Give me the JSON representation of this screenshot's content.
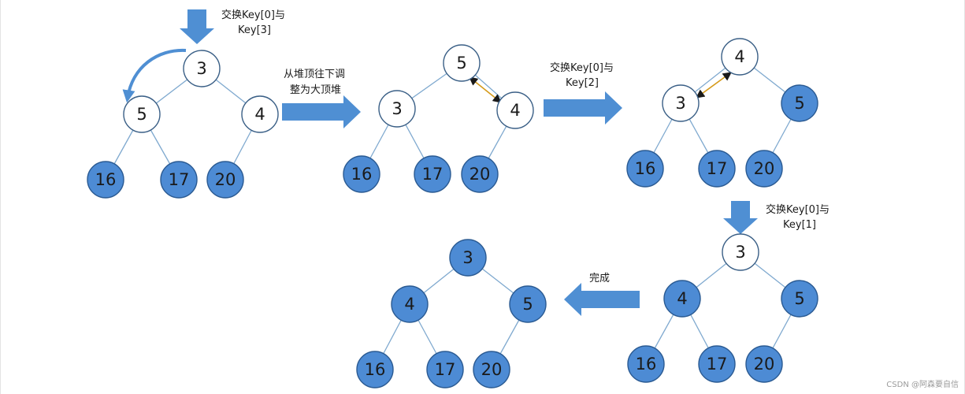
{
  "trees": [
    {
      "id": "t1",
      "nodes": [
        {
          "id": "a",
          "value": "3",
          "kind": "white"
        },
        {
          "id": "b",
          "value": "5",
          "kind": "white"
        },
        {
          "id": "c",
          "value": "4",
          "kind": "white"
        },
        {
          "id": "d",
          "value": "16",
          "kind": "blue"
        },
        {
          "id": "e",
          "value": "17",
          "kind": "blue"
        },
        {
          "id": "f",
          "value": "20",
          "kind": "blue"
        }
      ]
    },
    {
      "id": "t2",
      "nodes": [
        {
          "id": "a",
          "value": "5",
          "kind": "white"
        },
        {
          "id": "b",
          "value": "3",
          "kind": "white"
        },
        {
          "id": "c",
          "value": "4",
          "kind": "white"
        },
        {
          "id": "d",
          "value": "16",
          "kind": "blue"
        },
        {
          "id": "e",
          "value": "17",
          "kind": "blue"
        },
        {
          "id": "f",
          "value": "20",
          "kind": "blue"
        }
      ]
    },
    {
      "id": "t3",
      "nodes": [
        {
          "id": "a",
          "value": "4",
          "kind": "white"
        },
        {
          "id": "b",
          "value": "3",
          "kind": "white"
        },
        {
          "id": "c",
          "value": "5",
          "kind": "blue"
        },
        {
          "id": "d",
          "value": "16",
          "kind": "blue"
        },
        {
          "id": "e",
          "value": "17",
          "kind": "blue"
        },
        {
          "id": "f",
          "value": "20",
          "kind": "blue"
        }
      ]
    },
    {
      "id": "t4",
      "nodes": [
        {
          "id": "a",
          "value": "3",
          "kind": "white"
        },
        {
          "id": "b",
          "value": "4",
          "kind": "blue"
        },
        {
          "id": "c",
          "value": "5",
          "kind": "blue"
        },
        {
          "id": "d",
          "value": "16",
          "kind": "blue"
        },
        {
          "id": "e",
          "value": "17",
          "kind": "blue"
        },
        {
          "id": "f",
          "value": "20",
          "kind": "blue"
        }
      ]
    },
    {
      "id": "t5",
      "nodes": [
        {
          "id": "a",
          "value": "3",
          "kind": "blue"
        },
        {
          "id": "b",
          "value": "4",
          "kind": "blue"
        },
        {
          "id": "c",
          "value": "5",
          "kind": "blue"
        },
        {
          "id": "d",
          "value": "16",
          "kind": "blue"
        },
        {
          "id": "e",
          "value": "17",
          "kind": "blue"
        },
        {
          "id": "f",
          "value": "20",
          "kind": "blue"
        }
      ]
    }
  ],
  "labels": {
    "swap_0_3_line1": "交换Key[0]与",
    "swap_0_3_line2": "Key[3]",
    "heapify_line1": "从堆顶往下调",
    "heapify_line2": "整为大顶堆",
    "swap_0_2_line1": "交换Key[0]与",
    "swap_0_2_line2": "Key[2]",
    "swap_0_1_line1": "交换Key[0]与",
    "swap_0_1_line2": "Key[1]",
    "done": "完成"
  },
  "watermark": "CSDN @阿森要自信",
  "colors": {
    "node_blue": "#4d8bd4",
    "node_white": "#ffffff",
    "arrow": "#4f8fd3",
    "edge": "#7fa9cf",
    "swap": "#d59a1a"
  }
}
